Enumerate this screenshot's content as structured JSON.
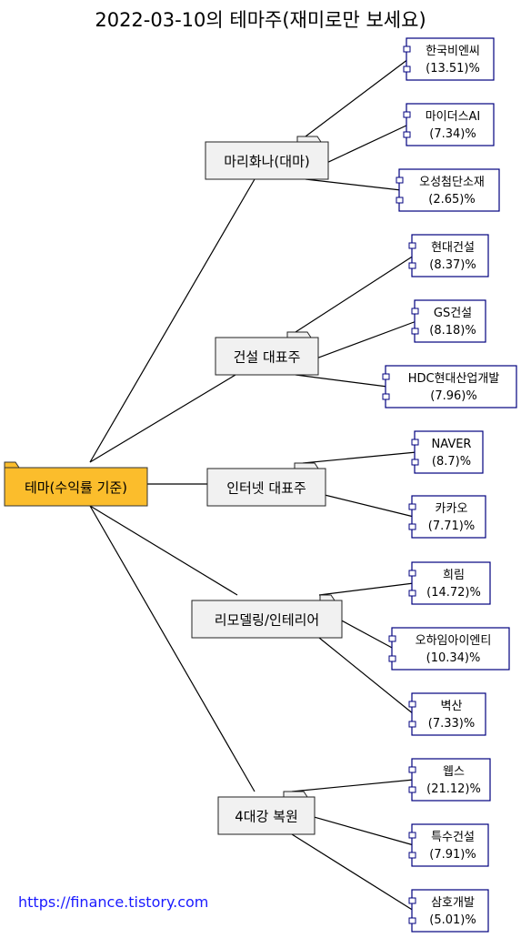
{
  "title": "2022-03-10의 테마주(재미로만 보세요)",
  "footer": "https://finance.tistory.com",
  "colors": {
    "root_fill": "#fbbd2c",
    "folder_fill": "#f1f1f1",
    "stock_border": "#00007f",
    "line": "#000000"
  },
  "root": {
    "label": "테마(수익률 기준)"
  },
  "themes": [
    {
      "label": "마리화나(대마)",
      "stocks": [
        {
          "name": "한국비엔씨",
          "return": "(13.51)%"
        },
        {
          "name": "마이더스AI",
          "return": "(7.34)%"
        },
        {
          "name": "오성첨단소재",
          "return": "(2.65)%"
        }
      ]
    },
    {
      "label": "건설 대표주",
      "stocks": [
        {
          "name": "현대건설",
          "return": "(8.37)%"
        },
        {
          "name": "GS건설",
          "return": "(8.18)%"
        },
        {
          "name": "HDC현대산업개발",
          "return": "(7.96)%"
        }
      ]
    },
    {
      "label": "인터넷 대표주",
      "stocks": [
        {
          "name": "NAVER",
          "return": "(8.7)%"
        },
        {
          "name": "카카오",
          "return": "(7.71)%"
        }
      ]
    },
    {
      "label": "리모델링/인테리어",
      "stocks": [
        {
          "name": "희림",
          "return": "(14.72)%"
        },
        {
          "name": "오하임아이엔티",
          "return": "(10.34)%"
        },
        {
          "name": "벽산",
          "return": "(7.33)%"
        }
      ]
    },
    {
      "label": "4대강 복원",
      "stocks": [
        {
          "name": "웹스",
          "return": "(21.12)%"
        },
        {
          "name": "특수건설",
          "return": "(7.91)%"
        },
        {
          "name": "삼호개발",
          "return": "(5.01)%"
        }
      ]
    }
  ]
}
